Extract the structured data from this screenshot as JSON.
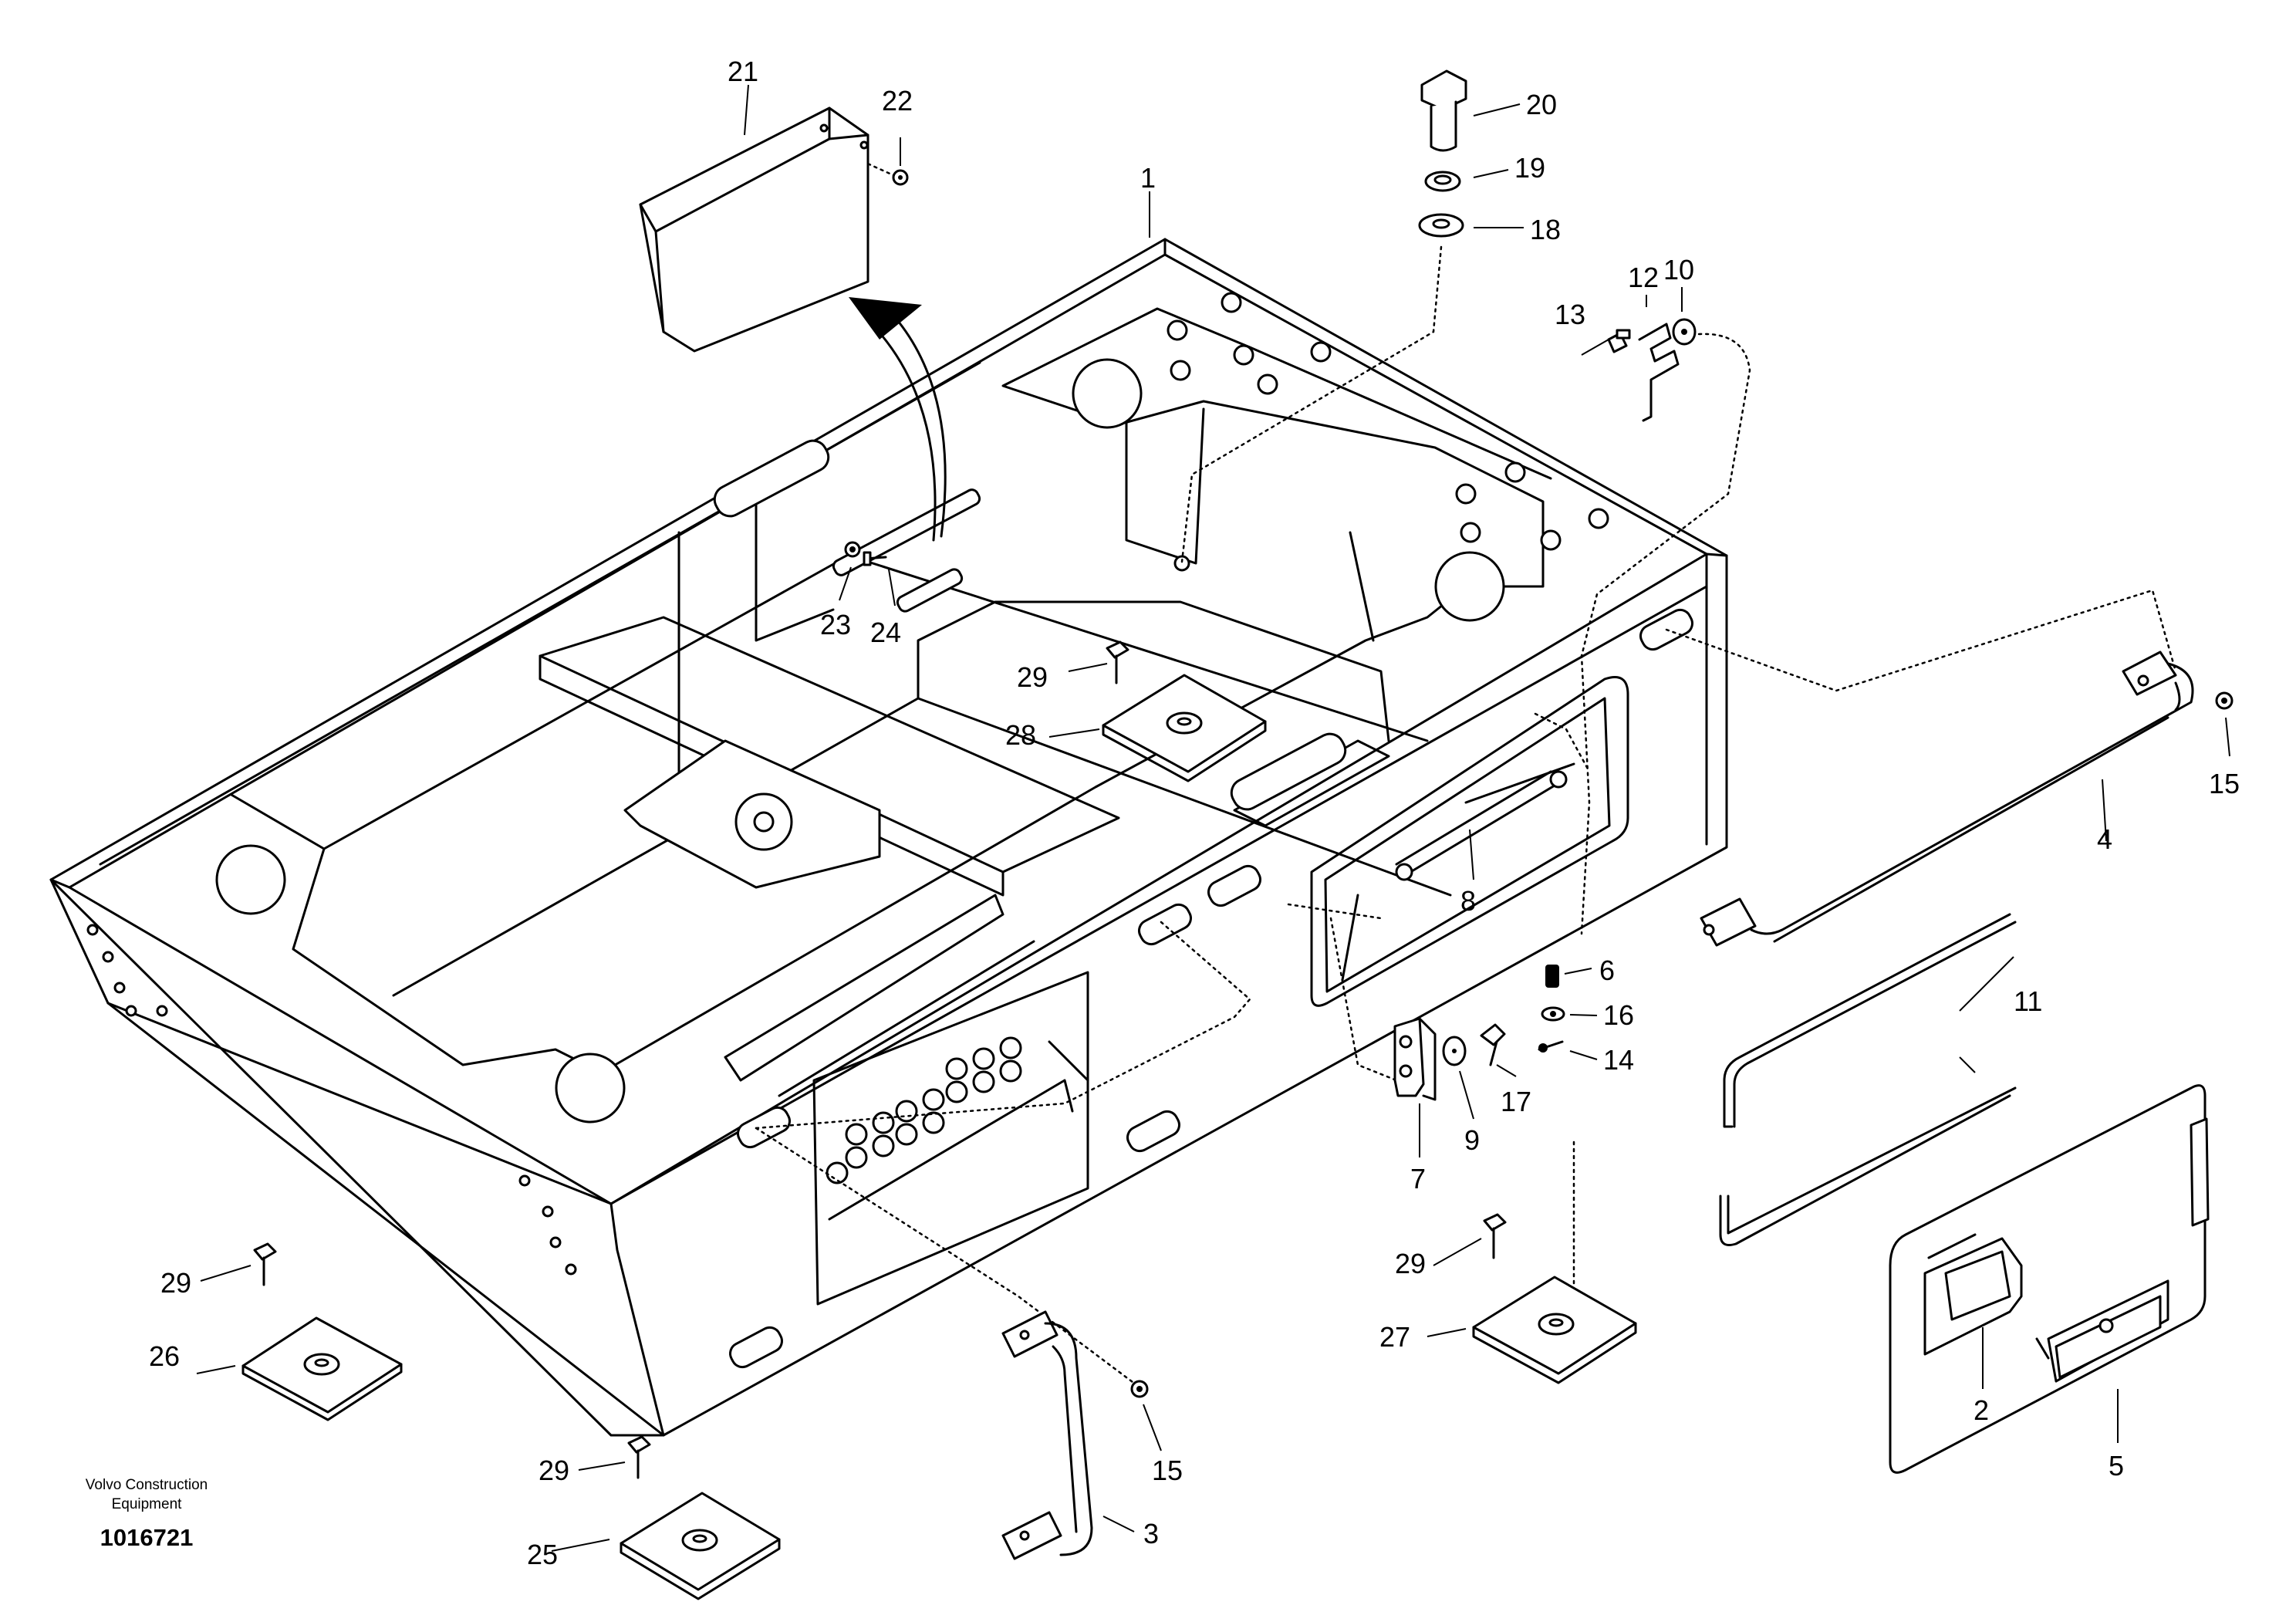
{
  "drawing": {
    "brand_line1": "Volvo Construction",
    "brand_line2": "Equipment",
    "number": "1016721"
  },
  "callouts": [
    "1",
    "2",
    "3",
    "4",
    "5",
    "6",
    "7",
    "8",
    "9",
    "10",
    "11",
    "12",
    "13",
    "14",
    "15",
    "15",
    "16",
    "17",
    "18",
    "19",
    "20",
    "21",
    "22",
    "23",
    "24",
    "25",
    "26",
    "27",
    "28",
    "29",
    "29",
    "29",
    "29"
  ]
}
